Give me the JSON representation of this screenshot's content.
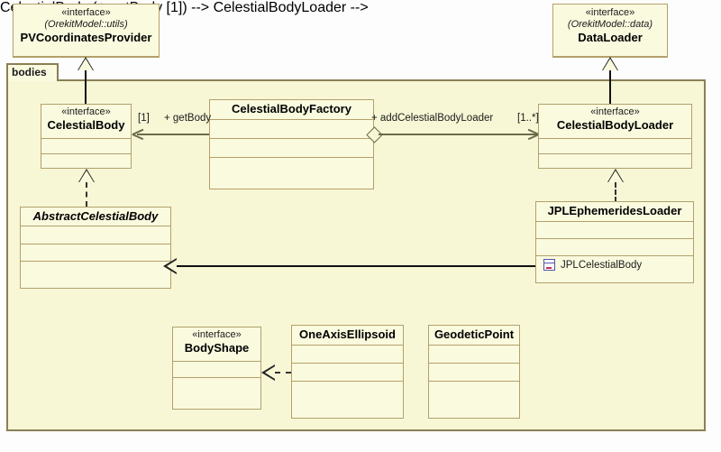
{
  "diagram": {
    "type": "uml-class-diagram",
    "package": {
      "name": "bodies"
    },
    "colors": {
      "canvas": "#fdfdfd",
      "package_fill": "#f7f7d6",
      "package_border": "#8a8055",
      "class_fill": "#fafadf",
      "class_border": "#b3a06a",
      "connector": "#111111",
      "association": "#6b6b4a",
      "icon_blue": "#5555aa",
      "icon_red": "#c03050"
    },
    "classes": {
      "pv_coordinates_provider": {
        "stereotype": "«interface»",
        "package": "(OrekitModel::utils)",
        "name": "PVCoordinatesProvider"
      },
      "data_loader": {
        "stereotype": "«interface»",
        "package": "(OrekitModel::data)",
        "name": "DataLoader"
      },
      "celestial_body": {
        "stereotype": "«interface»",
        "name": "CelestialBody"
      },
      "celestial_body_factory": {
        "name": "CelestialBodyFactory"
      },
      "celestial_body_loader": {
        "stereotype": "«interface»",
        "name": "CelestialBodyLoader"
      },
      "abstract_celestial_body": {
        "name": "AbstractCelestialBody",
        "abstract": true
      },
      "jpl_ephemerides_loader": {
        "name": "JPLEphemeridesLoader",
        "members": [
          {
            "icon": "class-icon",
            "label": "JPLCelestialBody"
          }
        ]
      },
      "body_shape": {
        "stereotype": "«interface»",
        "name": "BodyShape"
      },
      "one_axis_ellipsoid": {
        "name": "OneAxisEllipsoid"
      },
      "geodetic_point": {
        "name": "GeodeticPoint"
      }
    },
    "edges": {
      "get_body": {
        "label": "+ getBody",
        "multiplicity": "[1]"
      },
      "add_celestial_body_loader": {
        "label": "+ addCelestialBodyLoader",
        "multiplicity": "[1..*]"
      }
    }
  }
}
